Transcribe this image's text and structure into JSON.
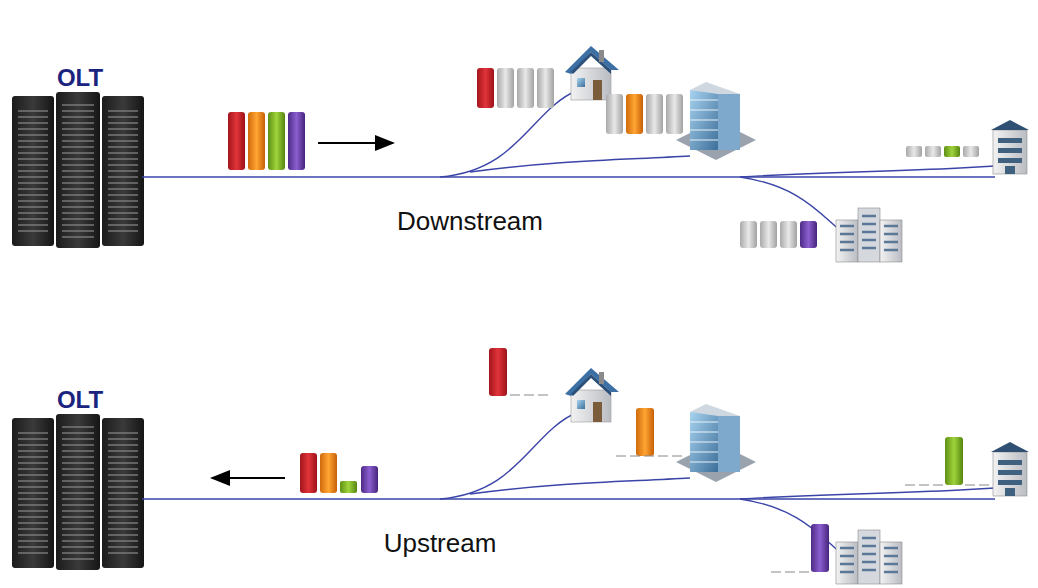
{
  "diagram": {
    "labels": [
      "OLT",
      "Downstream",
      "OLT",
      "Upstream"
    ]
  }
}
